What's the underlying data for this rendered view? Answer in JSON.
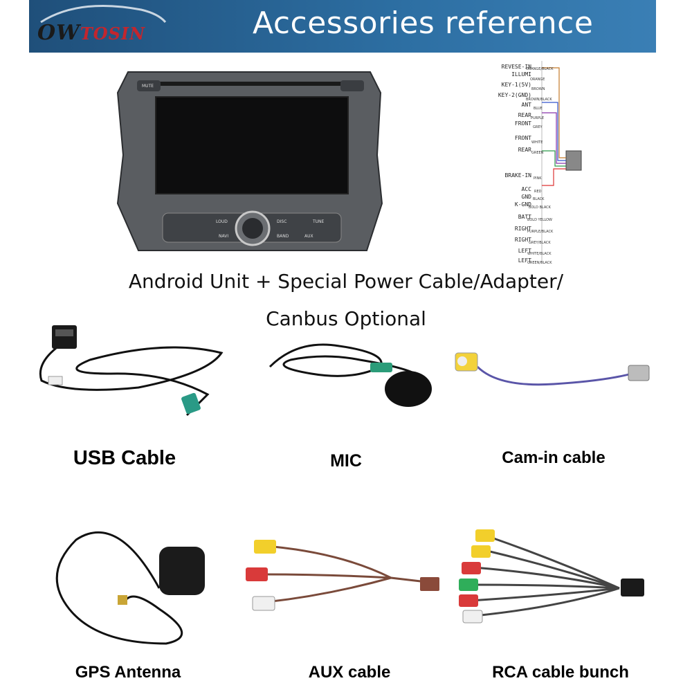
{
  "header": {
    "logo_main": "OW",
    "logo_accent": "TOSIN",
    "title": "Accessories reference"
  },
  "unit": {
    "button_labels": [
      "MUTE",
      "LOUD",
      "DISC",
      "TUNE",
      "NAVI",
      "BAND",
      "AUX"
    ]
  },
  "wiring": {
    "labels": [
      "REVESE-IN",
      "ILLUMI",
      "KEY-1(5V)",
      "KEY-2(GND)",
      "ANT",
      "REAR",
      "FRONT",
      "FRONT",
      "REAR",
      "BRAKE-IN",
      "ACC",
      "GND",
      "K-GND",
      "BATT",
      "RIGHT",
      "RIGHT",
      "LEFT",
      "LEFT"
    ],
    "colors": [
      "ORANGE/BLACK",
      "ORANGE",
      "BROWN",
      "BROWN/BLACK",
      "BLUE",
      "PURPLE",
      "GREY",
      "WHITE",
      "GREEN",
      "PINK",
      "RED",
      "BLACK",
      "BOLD BLACK",
      "BOLD YELLOW",
      "PURPLE/BLACK",
      "GREY/BLACK",
      "WHITE/BLACK",
      "GREEN/BLACK"
    ]
  },
  "caption": {
    "line1": "Android Unit + Special Power Cable/Adapter/",
    "line2": "Canbus Optional"
  },
  "items": {
    "usb": "USB Cable",
    "mic": "MIC",
    "cam": "Cam-in cable",
    "gps": "GPS Antenna",
    "aux": "AUX cable",
    "rca": "RCA cable bunch"
  }
}
